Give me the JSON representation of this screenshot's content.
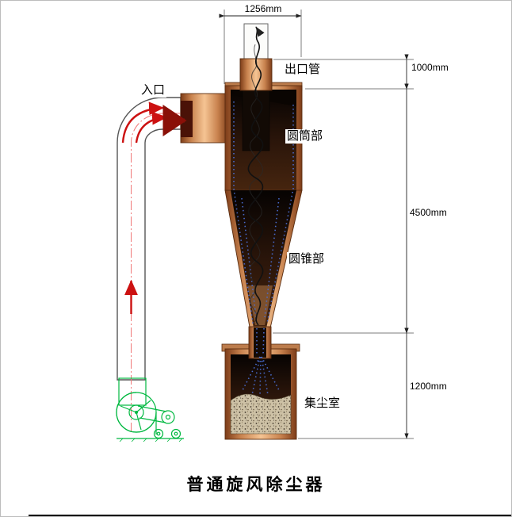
{
  "diagram": {
    "title": "普通旋风除尘器",
    "labels": {
      "inlet": "入口",
      "outlet_pipe": "出口管",
      "cylinder_section": "圆筒部",
      "cone_section": "圆锥部",
      "dust_chamber": "集尘室"
    },
    "dimensions": {
      "top_width": "1256mm",
      "outlet_pipe_height": "1000mm",
      "body_height": "4500mm",
      "dust_chamber_height": "1200mm"
    },
    "colors": {
      "copper_light": "#f5c493",
      "copper_dark": "#7d3c18",
      "interior_dark": "#1c0e06",
      "fan_green": "#00b840",
      "flow_red": "#cc1111",
      "particle_blue": "#4a6fd4",
      "centerline_pink": "#f07878",
      "dim_black": "#222222"
    }
  }
}
